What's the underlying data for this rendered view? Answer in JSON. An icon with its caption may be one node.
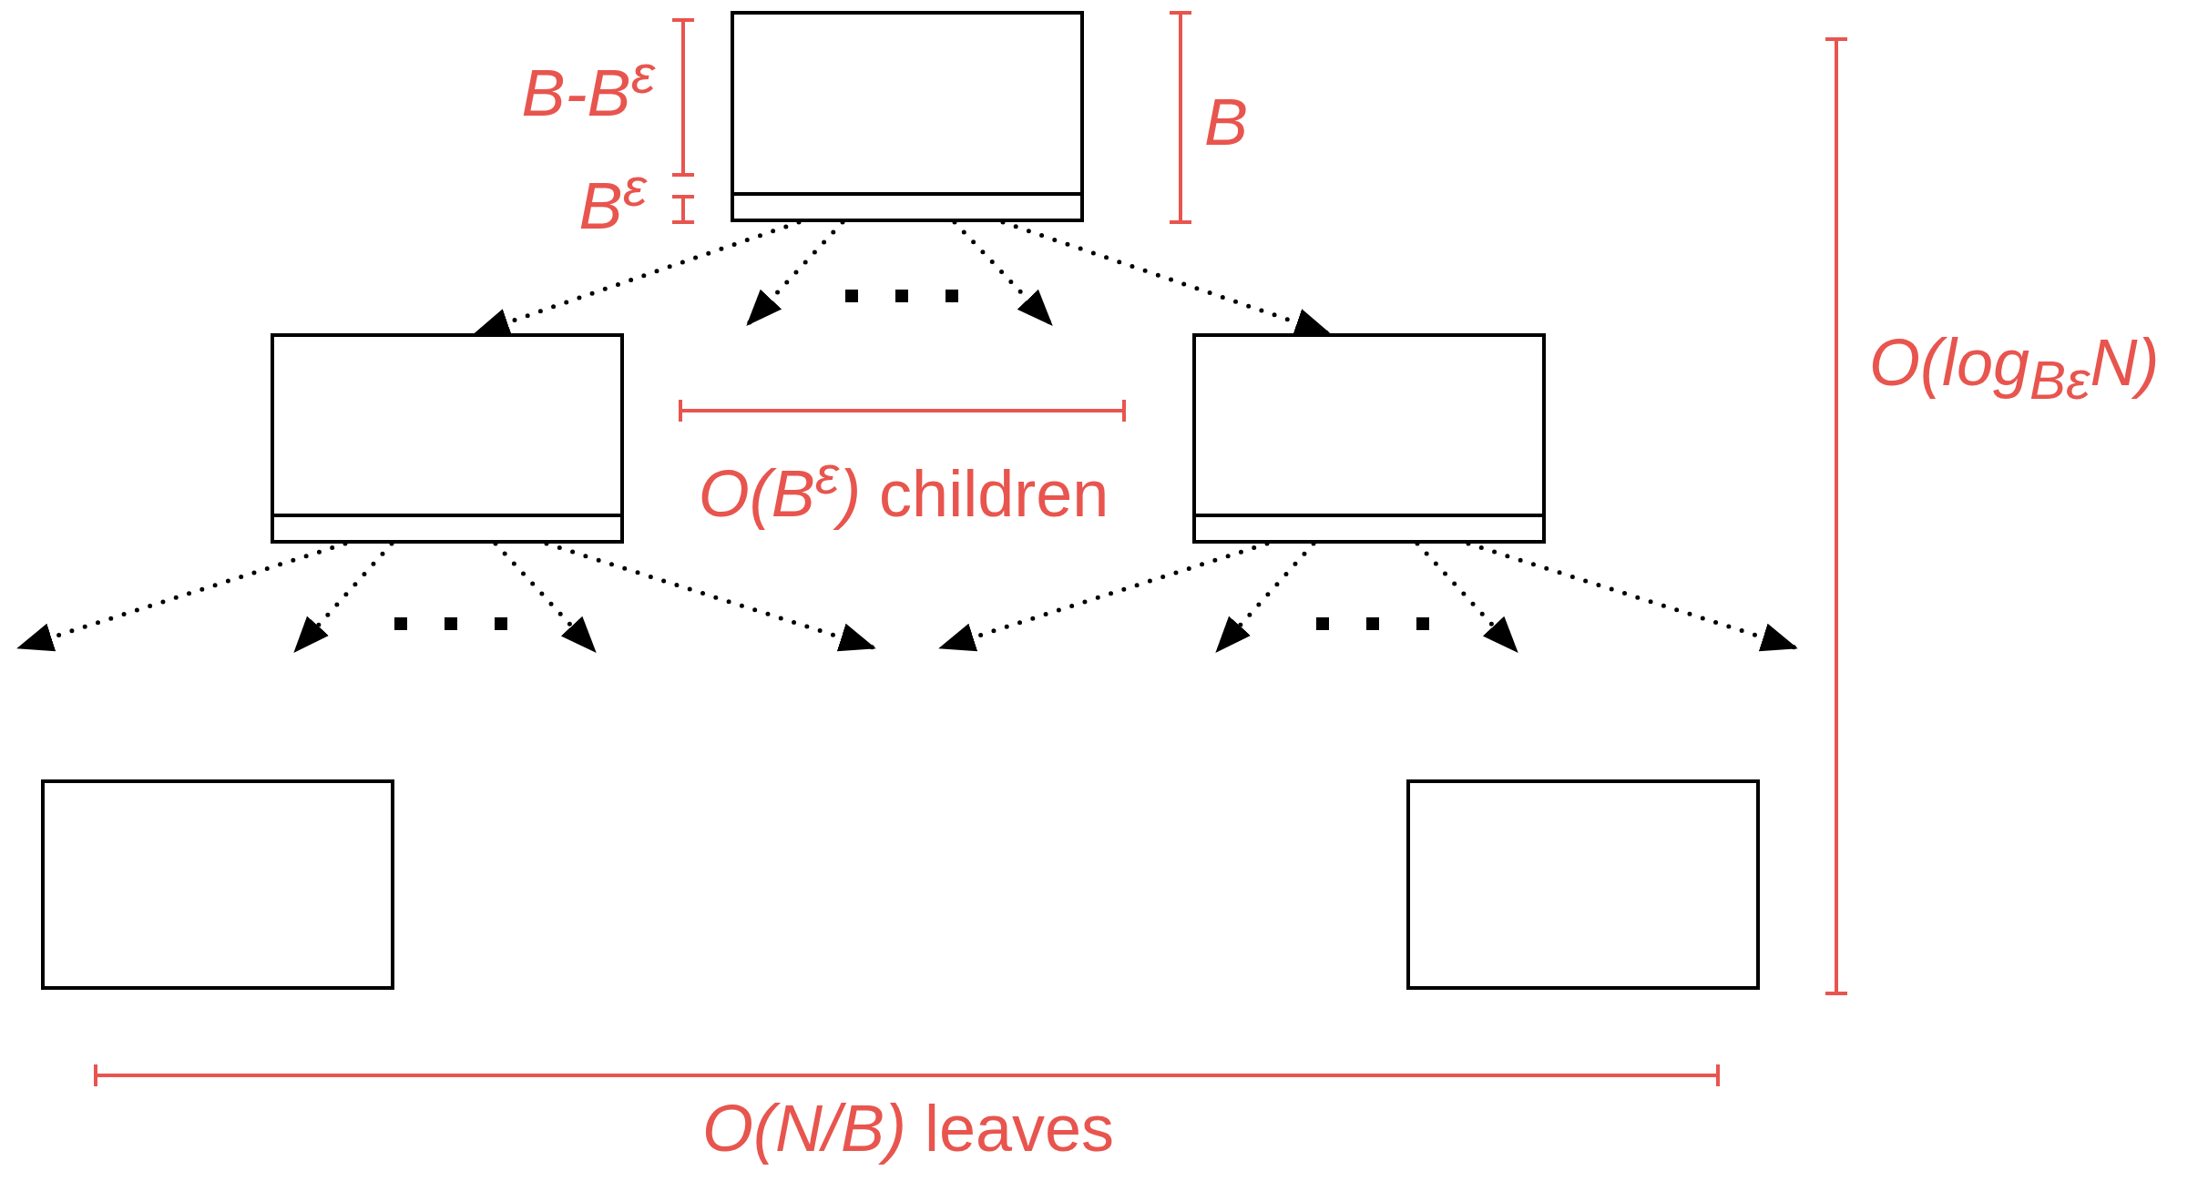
{
  "diagram": {
    "nodes": [
      {
        "text": [],
        "shape": "box"
      },
      {
        "text": [],
        "shape": "box"
      },
      {
        "text": [],
        "shape": "box"
      },
      {
        "text": [],
        "shape": "box"
      },
      {
        "text": [],
        "shape": "box"
      }
    ],
    "edges": [
      {
        "from": 0,
        "to": 1,
        "arrow": "to",
        "style": "dashed"
      },
      {
        "from": 0,
        "to": null,
        "arrow": "to",
        "style": "dashed"
      },
      {
        "from": 0,
        "to": null,
        "arrow": "to",
        "style": "dashed"
      },
      {
        "from": 0,
        "to": 2,
        "arrow": "to",
        "style": "dashed"
      },
      {
        "from": 1,
        "to": null,
        "arrow": "to",
        "style": "dashed"
      },
      {
        "from": 1,
        "to": null,
        "arrow": "to",
        "style": "dashed"
      },
      {
        "from": 1,
        "to": null,
        "arrow": "to",
        "style": "dashed"
      },
      {
        "from": 1,
        "to": null,
        "arrow": "to",
        "style": "dashed"
      },
      {
        "from": 2,
        "to": null,
        "arrow": "to",
        "style": "dashed"
      },
      {
        "from": 2,
        "to": null,
        "arrow": "to",
        "style": "dashed"
      },
      {
        "from": 2,
        "to": null,
        "arrow": "to",
        "style": "dashed"
      },
      {
        "from": 2,
        "to": null,
        "arrow": "to",
        "style": "dashed"
      }
    ],
    "labels": [
      "B-B$^{ε}$",
      "B",
      "B$^{ε}$",
      "O(log$_{Bε}$N)",
      "*O(B$^{ε}$)* children",
      "*O(N/B)* leaves"
    ]
  }
}
